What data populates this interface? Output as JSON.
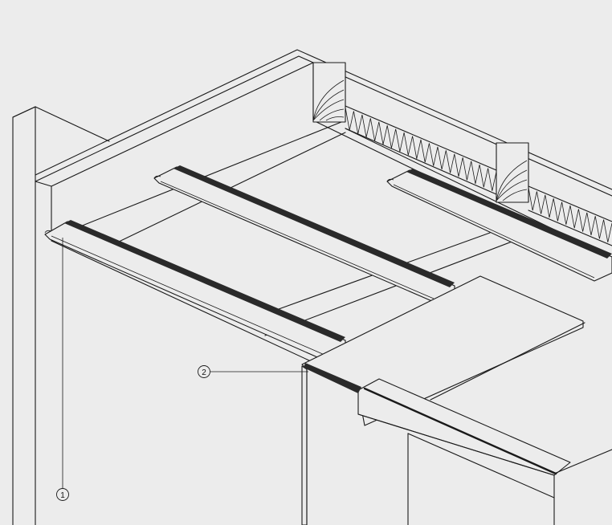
{
  "drawing": {
    "callouts": [
      {
        "id": "callout-1",
        "number": "1"
      },
      {
        "id": "callout-2",
        "number": "2"
      }
    ],
    "colors": {
      "background": "#ececec",
      "line": "#1a1a1a",
      "rail_fill": "#2a2a2a"
    }
  }
}
